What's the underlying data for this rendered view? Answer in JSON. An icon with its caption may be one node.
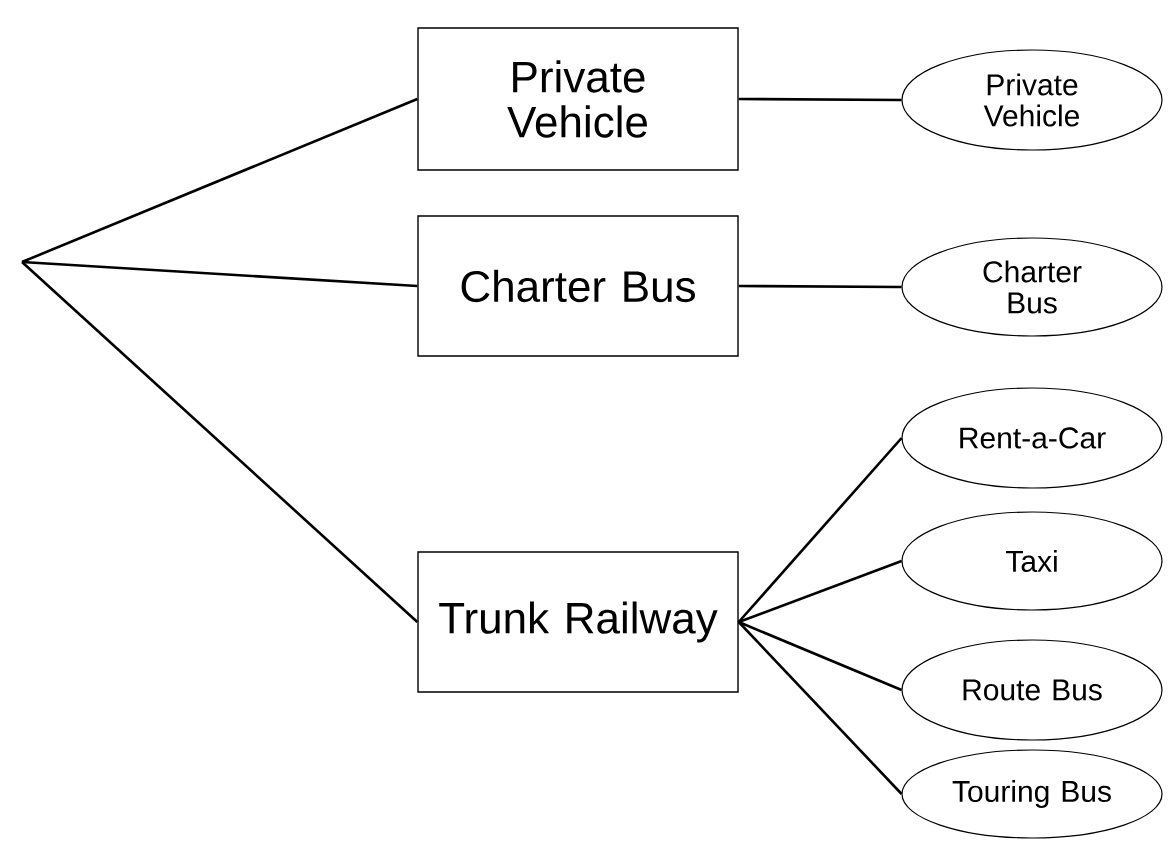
{
  "diagram": {
    "nodes": [
      {
        "text": [
          "Private Vehicle"
        ]
      },
      {
        "text": [
          "Charter Bus"
        ]
      },
      {
        "text": [
          "Trunk Railway"
        ]
      },
      {
        "text": [
          "Private Vehicle"
        ]
      },
      {
        "text": [
          "Charter Bus"
        ]
      },
      {
        "text": [
          "Rent-a-Car"
        ]
      },
      {
        "text": [
          "Taxi"
        ]
      },
      {
        "text": [
          "Route Bus"
        ]
      },
      {
        "text": [
          "Touring Bus"
        ]
      }
    ],
    "edges": [
      {
        "from": null,
        "to": 0,
        "arrow": "none"
      },
      {
        "from": null,
        "to": 1,
        "arrow": "none"
      },
      {
        "from": null,
        "to": 2,
        "arrow": "none"
      },
      {
        "from": 0,
        "to": 3,
        "arrow": "none"
      },
      {
        "from": 1,
        "to": 4,
        "arrow": "none"
      },
      {
        "from": 2,
        "to": 5,
        "arrow": "none"
      },
      {
        "from": 2,
        "to": 6,
        "arrow": "none"
      },
      {
        "from": 2,
        "to": 7,
        "arrow": "none"
      },
      {
        "from": 2,
        "to": 8,
        "arrow": "none"
      }
    ]
  }
}
